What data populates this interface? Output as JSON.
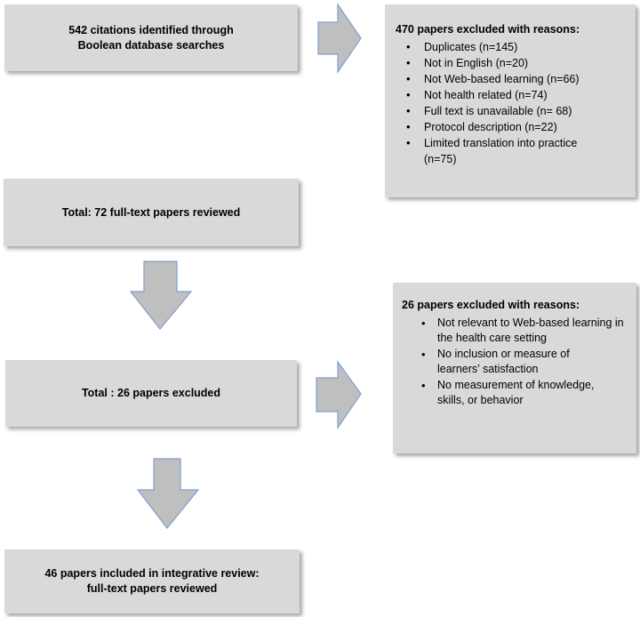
{
  "colors": {
    "box_fill": "#d9d9d9",
    "arrow_fill": "#bfbfbf",
    "arrow_stroke": "#7f9fcf"
  },
  "boxes": {
    "identified": "542 citations identified through Boolean database searches",
    "excluded_first": {
      "heading": "470 papers excluded with reasons:",
      "reasons": [
        "Duplicates (n=145)",
        "Not in English (n=20)",
        "Not Web-based learning (n=66)",
        "Not health related (n=74)",
        "Full text is unavailable (n= 68)",
        "Protocol description (n=22)",
        "Limited translation into practice (n=75)"
      ]
    },
    "reviewed": "Total: 72 full-text papers reviewed",
    "excluded_second": {
      "heading": "26 papers excluded with reasons:",
      "reasons": [
        "Not relevant to Web-based learning in the health care setting",
        "No inclusion or measure of learners’ satisfaction",
        "No measurement of knowledge, skills, or behavior"
      ]
    },
    "total_excluded": "Total : 26 papers excluded",
    "included": "46 papers included in integrative review: full-text papers reviewed"
  }
}
